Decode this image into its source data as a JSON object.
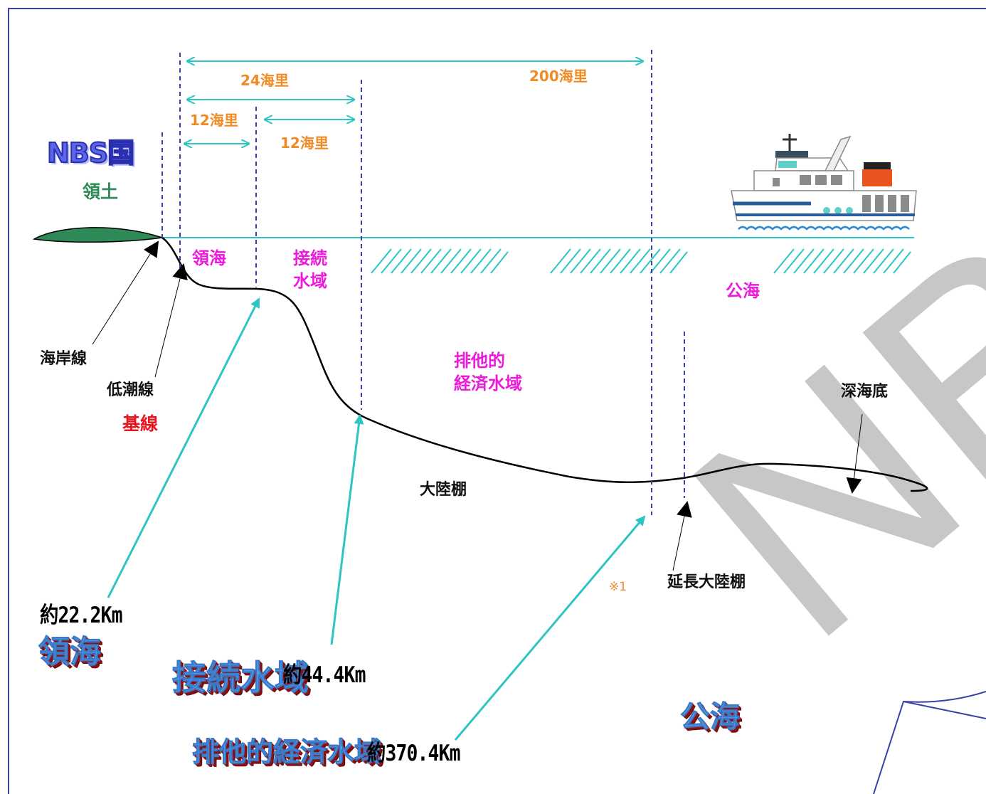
{
  "diagram": {
    "country": "NBS国",
    "territory": "領土",
    "distances": {
      "eez_nm": "200海里",
      "contiguous_total_nm": "24海里",
      "territorial_nm": "12海里",
      "contiguous_nm": "12海里"
    },
    "zones": {
      "territorial_sea": "領海",
      "contiguous_zone_line1": "接続",
      "contiguous_zone_line2": "水域",
      "eez_line1": "排他的",
      "eez_line2": "経済水域",
      "high_seas": "公海"
    },
    "features": {
      "coastline": "海岸線",
      "low_tide_line": "低潮線",
      "baseline": "基線",
      "continental_shelf": "大陸棚",
      "extended_shelf": "延長大陸棚",
      "deep_seabed": "深海底",
      "note_mark": "※1"
    },
    "summary": {
      "territorial_label": "領海",
      "territorial_km": "約22.2Km",
      "contiguous_label": "接続水域",
      "contiguous_km": "約44.4Km",
      "eez_label": "排他的経済水域",
      "eez_km": "約370.4Km",
      "high_seas_label": "公海"
    },
    "watermark": "NBS"
  },
  "colors": {
    "frame": "#3b3fa8",
    "cyan": "#2ec4c4",
    "orange": "#f08a24",
    "magenta": "#ec1cdc",
    "green": "#2e8b57",
    "red": "#e8141e",
    "blue3d": "#5aa0ea"
  },
  "icons": [
    "ship-icon",
    "land-mass-icon",
    "page-curl-icon"
  ]
}
